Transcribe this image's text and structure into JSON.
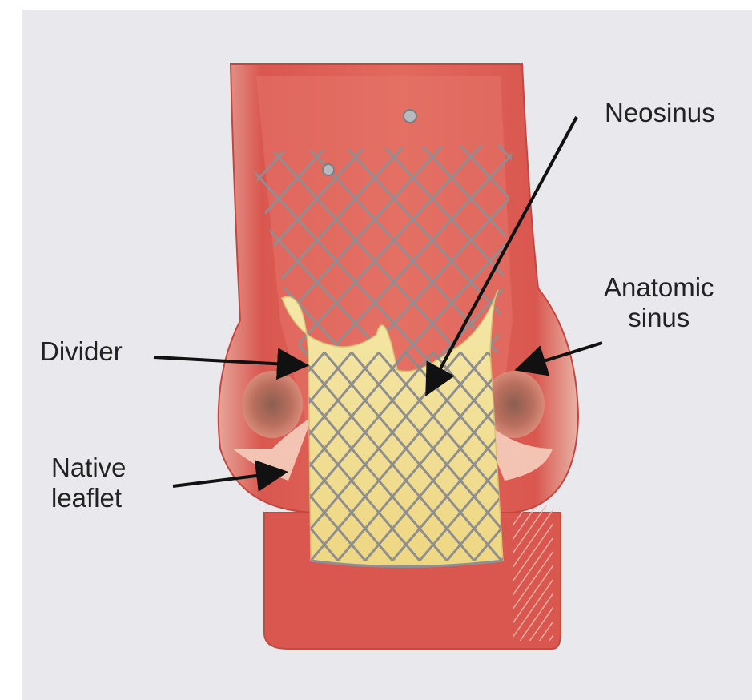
{
  "labels": {
    "neosinus": "Neosinus",
    "anatomic_sinus_line1": "Anatomic",
    "anatomic_sinus_line2": "sinus",
    "divider": "Divider",
    "native_leaflet_line1": "Native",
    "native_leaflet_line2": "leaflet"
  },
  "colors": {
    "background": "#e9e8ec",
    "aortic_tissue": "#d9534f",
    "tissue_light": "#f1b9a8",
    "stent_frame": "#8e8f94",
    "leaflet": "#f3e197",
    "arrow": "#111111",
    "label_text": "#222222"
  },
  "icons": [
    "arrow-pointer"
  ]
}
